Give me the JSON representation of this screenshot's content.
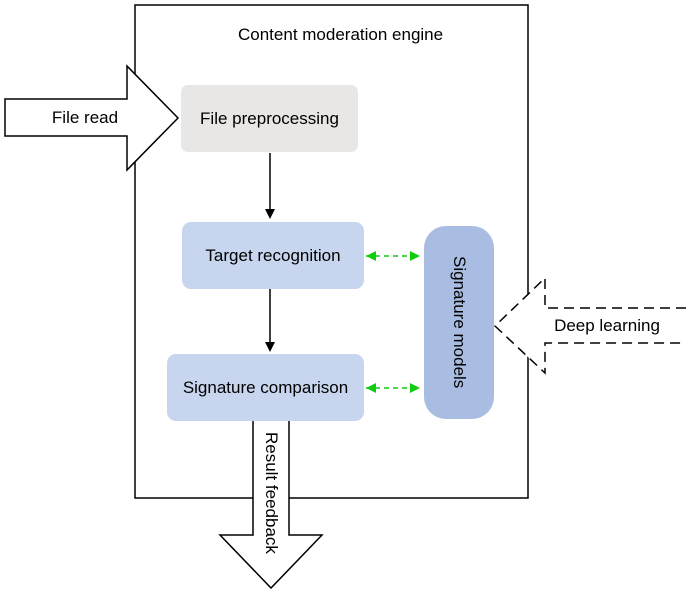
{
  "engine": {
    "title": "Content moderation engine"
  },
  "inputs": {
    "file_read": "File read",
    "deep_learning": "Deep learning"
  },
  "steps": {
    "preprocessing": "File preprocessing",
    "recognition": "Target recognition",
    "comparison": "Signature comparison"
  },
  "models": {
    "label": "Signature models"
  },
  "output": {
    "label": "Result feedback"
  },
  "colors": {
    "preprocessing_fill": "#e8e7e6",
    "step_fill": "#c7d6ee",
    "models_fill": "#a9bde3",
    "link_green": "#11cc11",
    "stroke": "#000000"
  }
}
